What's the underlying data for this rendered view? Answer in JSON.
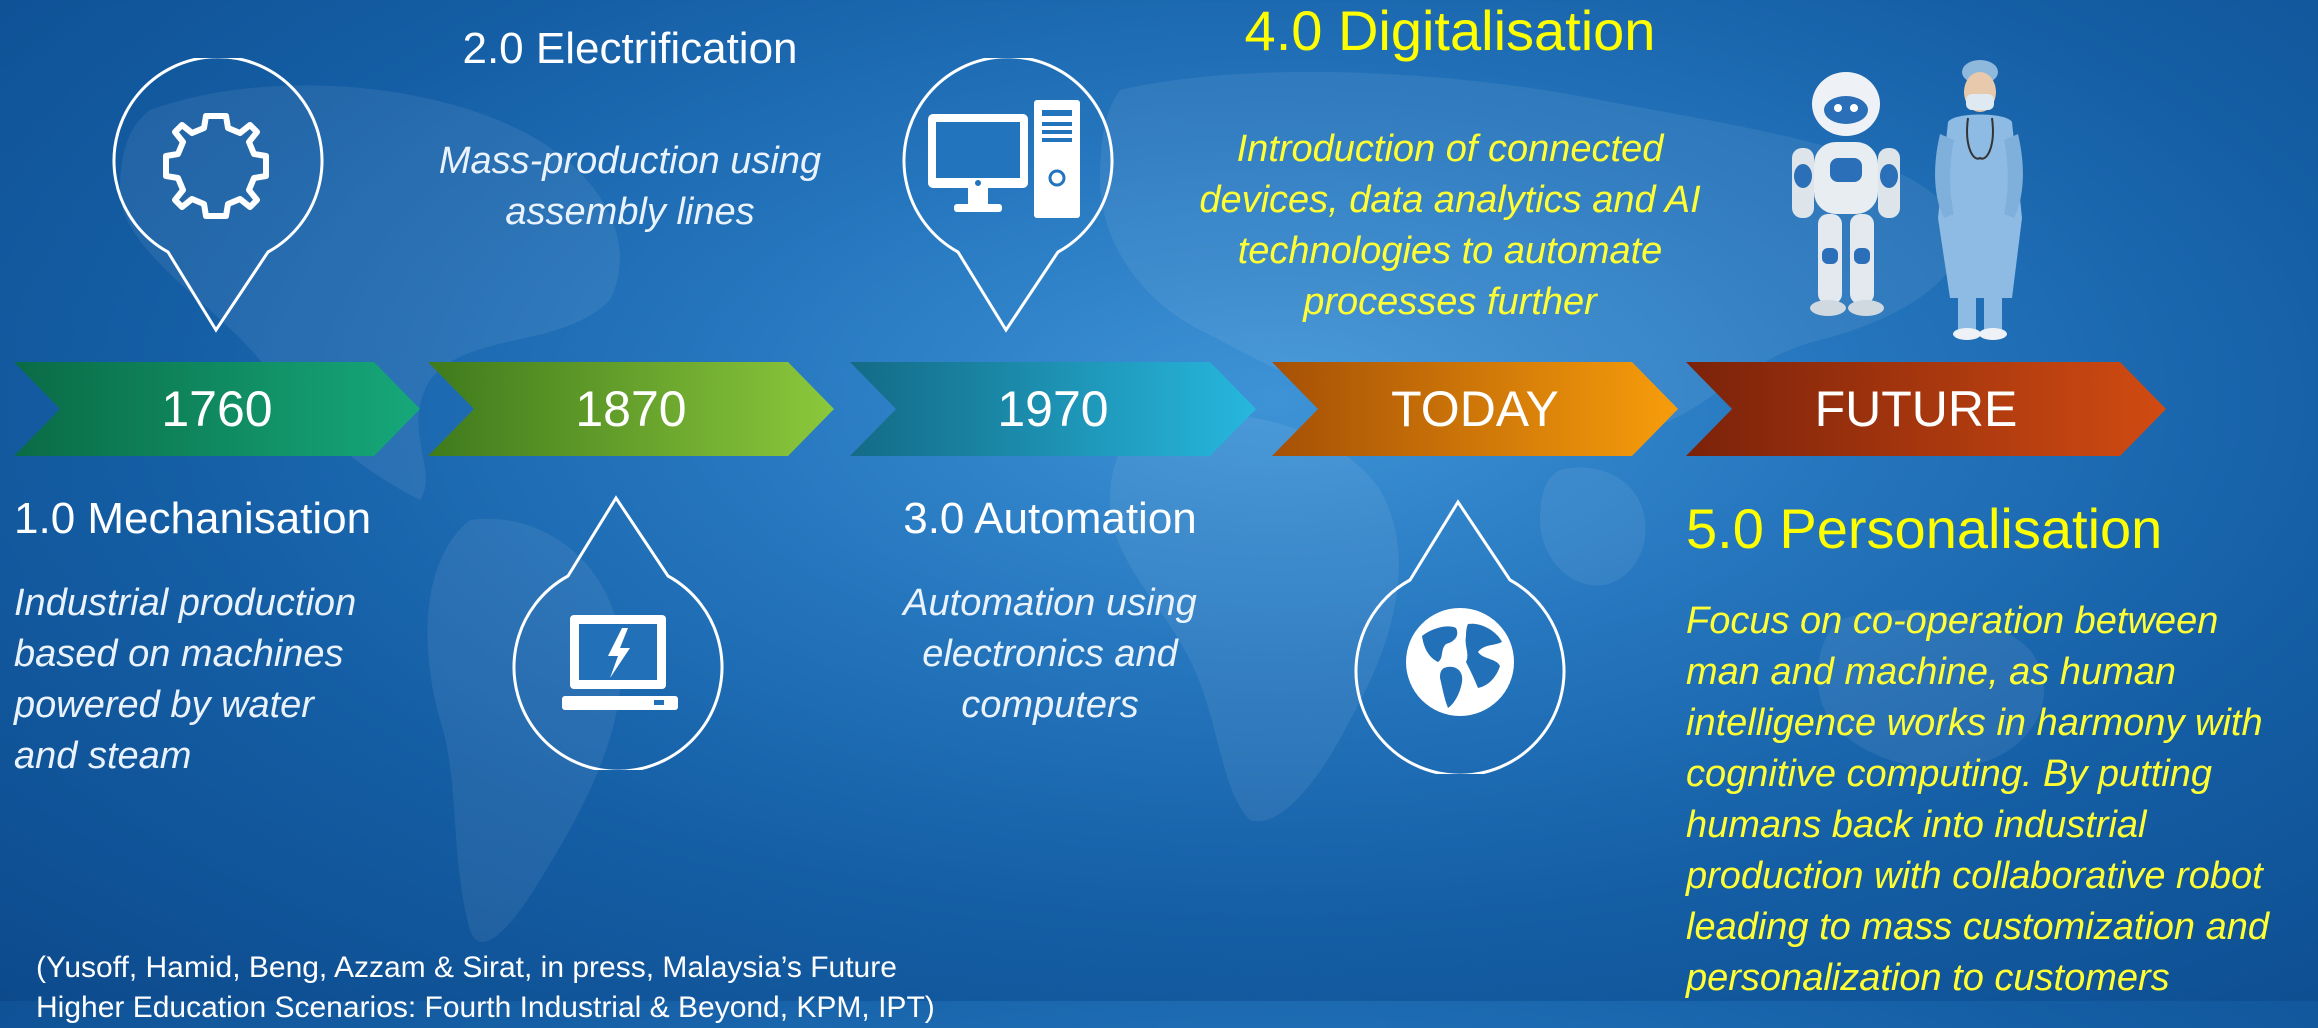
{
  "colors": {
    "arrow_1760": [
      "#0a6b46",
      "#16a87a"
    ],
    "arrow_1870": [
      "#3f7a1c",
      "#8cc83c"
    ],
    "arrow_1970": [
      "#136b86",
      "#27b7de"
    ],
    "arrow_today": [
      "#a55006",
      "#f79d0b"
    ],
    "arrow_future": [
      "#7b220a",
      "#d14b12"
    ],
    "yellow_text": "#ffff00"
  },
  "timeline": {
    "a1": "1760",
    "a2": "1870",
    "a3": "1970",
    "a4": "TODAY",
    "a5": "FUTURE"
  },
  "stages": {
    "mech_title": "1.0 Mechanisation",
    "mech_desc": [
      "Industrial production",
      "based on machines",
      "powered by water",
      "and steam"
    ],
    "elec_title": "2.0 Electrification",
    "elec_desc": [
      "Mass-production using",
      "assembly lines"
    ],
    "auto_title": "3.0 Automation",
    "auto_desc": [
      "Automation using",
      "electronics and",
      "computers"
    ],
    "digi_title": "4.0 Digitalisation",
    "digi_desc": [
      "Introduction of connected",
      "devices, data analytics and AI",
      "technologies to automate",
      "processes further"
    ],
    "pers_title": "5.0 Personalisation",
    "pers_desc": [
      "Focus on co-operation between",
      "man and machine, as human",
      "intelligence works in harmony with",
      "cognitive computing. By putting",
      "humans back into industrial",
      "production with collaborative robot",
      "leading to mass customization and",
      "personalization to customers"
    ]
  },
  "icons": {
    "b1": "gear-icon",
    "b2": "laptop-lightning-icon",
    "b3": "desktop-computer-icon",
    "b4": "globe-icon"
  },
  "citation": {
    "line1": "(Yusoff, Hamid, Beng, Azzam & Sirat, in press, Malaysia’s Future",
    "line2": "Higher Education Scenarios: Fourth Industrial & Beyond, KPM, IPT)"
  }
}
